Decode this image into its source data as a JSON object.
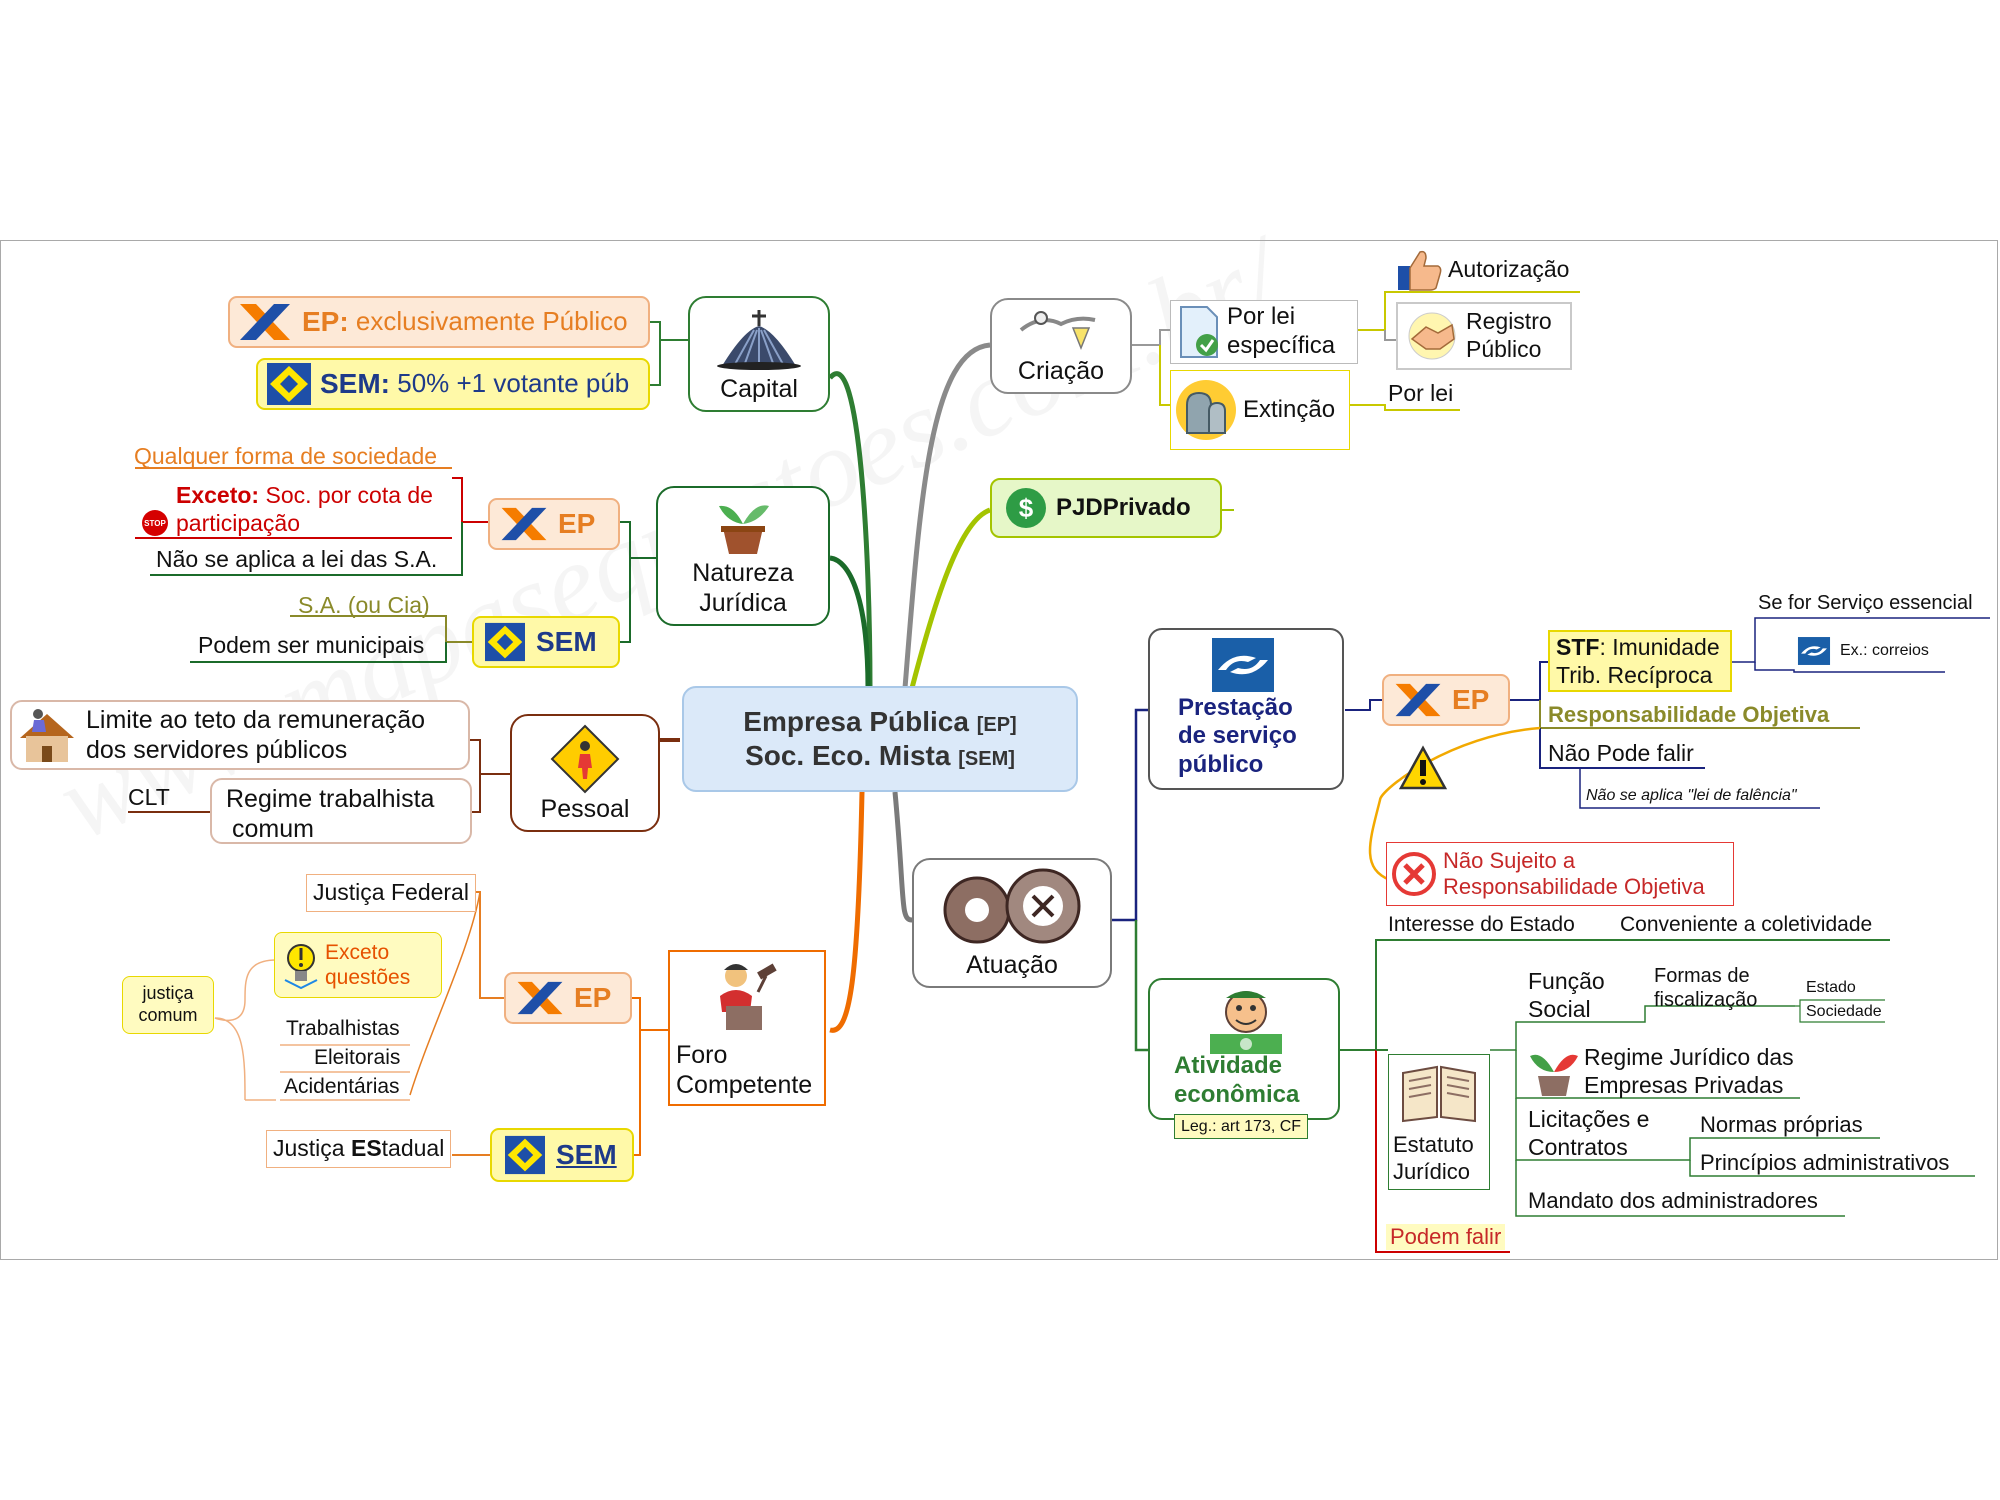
{
  "watermark": "www.mapasequestoes.com.br/",
  "center": {
    "line1": "Empresa Pública",
    "tag1": "[EP]",
    "line2": "Soc. Eco. Mista",
    "tag2": "[SEM]"
  },
  "capital": {
    "label": "Capital",
    "ep_tag": "EP:",
    "ep_text": "exclusivamente Público",
    "sem_tag": "SEM:",
    "sem_text": "50% +1 votante púb"
  },
  "natureza": {
    "label_line1": "Natureza",
    "label_line2": "Jurídica",
    "ep_tag": "EP",
    "sem_tag": "SEM",
    "qualquer": "Qualquer forma de sociedade",
    "exceto_tag": "Exceto:",
    "exceto_text1": "Soc. por cota de",
    "exceto_text2": "participação",
    "stop_text": "STOP",
    "nao_sa": "Não se aplica a lei das S.A.",
    "sa_cia": "S.A. (ou Cia)",
    "municipais": "Podem ser municipais"
  },
  "pessoal": {
    "label": "Pessoal",
    "limite1": "Limite ao teto da remuneração",
    "limite2": "dos servidores públicos",
    "clt": "CLT",
    "regime1": "Regime trabalhista",
    "regime2": "comum"
  },
  "foro": {
    "label1": "Foro",
    "label2": "Competente",
    "ep_tag": "EP",
    "sem_tag": "SEM",
    "federal": "Justiça Federal",
    "exceto1": "Exceto",
    "exceto2": "questões",
    "comum1": "justiça",
    "comum2": "comum",
    "trabalhistas": "Trabalhistas",
    "eleitorais": "Eleitorais",
    "acidentarias": "Acidentárias",
    "estadual_pre": "Justiça ",
    "estadual_bold": "ES",
    "estadual_post": "tadual"
  },
  "criacao": {
    "label": "Criação",
    "porlei1": "Por lei",
    "porlei2": "específica",
    "autorizacao": "Autorização",
    "registro1": "Registro",
    "registro2": "Público",
    "extincao": "Extinção",
    "extincao_porlei": "Por lei"
  },
  "pjd": {
    "label": "PJDPrivado"
  },
  "atuacao": {
    "label": "Atuação"
  },
  "prestacao": {
    "label1": "Prestação",
    "label2": "de serviço",
    "label3": "público",
    "ep_tag": "EP",
    "stf_tag": "STF",
    "stf_text1": ": Imunidade",
    "stf_text2": "Trib. Recíproca",
    "servico_essencial": "Se for Serviço essencial",
    "correios": "Ex.: correios",
    "resp_objetiva": "Responsabilidade Objetiva",
    "nao_falir": "Não Pode falir",
    "lei_falencia": "Não se aplica \"lei de falência\""
  },
  "atividade": {
    "label1": "Atividade",
    "label2": "econômica",
    "leg": "Leg.: art 173, CF",
    "nao_sujeito1": "Não Sujeito a",
    "nao_sujeito2": "Responsabilidade Objetiva",
    "interesse": "Interesse do Estado",
    "conveniente": "Conveniente a coletividade",
    "estatuto1": "Estatuto",
    "estatuto2": "Jurídico",
    "funcao1": "Função",
    "funcao2": "Social",
    "formas1": "Formas de",
    "formas2": "fiscalização",
    "estado": "Estado",
    "sociedade": "Sociedade",
    "regime1": "Regime Jurídico das",
    "regime2": "Empresas Privadas",
    "licitacoes1": "Licitações e",
    "licitacoes2": "Contratos",
    "normas": "Normas próprias",
    "principios": "Princípios administrativos",
    "mandato": "Mandato dos administradores",
    "podem_falir": "Podem falir"
  }
}
